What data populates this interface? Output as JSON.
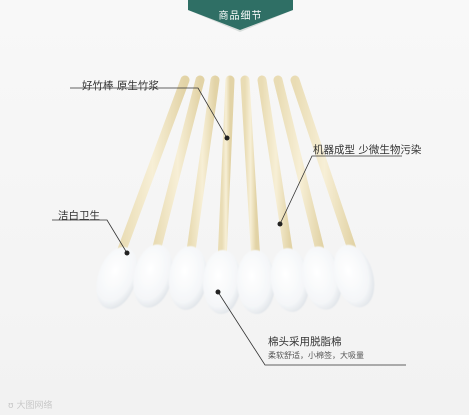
{
  "header": {
    "title": "商品细节",
    "color": "#2f6f65"
  },
  "callouts": {
    "bamboo": "好竹棒 原生竹浆",
    "machine": "机器成型 少微生物污染",
    "hygiene": "洁白卫生",
    "head_title": "棉头采用脱脂棉",
    "head_detail": "柔软舒适，小棉签，大吸量"
  },
  "watermark": "大图网络"
}
